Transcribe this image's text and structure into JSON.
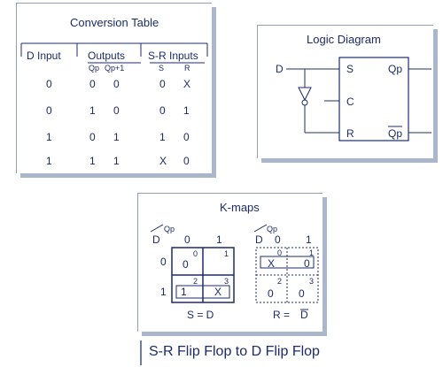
{
  "conversion_table": {
    "title": "Conversion Table",
    "headers": {
      "d_input": "D Input",
      "outputs": "Outputs",
      "sr_inputs": "S-R Inputs"
    },
    "subheaders": {
      "qp": "Qp",
      "qp1": "Qp+1",
      "s": "S",
      "r": "R"
    },
    "rows": [
      [
        "0",
        "0",
        "0",
        "0",
        "X"
      ],
      [
        "0",
        "1",
        "0",
        "0",
        "1"
      ],
      [
        "1",
        "0",
        "1",
        "1",
        "0"
      ],
      [
        "1",
        "1",
        "1",
        "X",
        "0"
      ]
    ]
  },
  "logic_diagram": {
    "title": "Logic Diagram",
    "input_label": "D",
    "pin_s": "S",
    "pin_c": "C",
    "pin_r": "R",
    "out_qp": "Qp",
    "out_qp_bar": "Qp"
  },
  "kmaps": {
    "title": "K-maps",
    "map_s": {
      "row_var": "D",
      "col_var": "Qp",
      "col_headers": [
        "0",
        "1"
      ],
      "row_headers": [
        "0",
        "1"
      ],
      "cells": [
        [
          "0",
          ""
        ],
        [
          "1",
          "X"
        ]
      ],
      "indices": [
        [
          "0",
          "1"
        ],
        [
          "2",
          "3"
        ]
      ],
      "equation": "S = D"
    },
    "map_r": {
      "row_var": "D",
      "col_var": "Qp",
      "col_headers": [
        "0",
        "1"
      ],
      "cells": [
        [
          "X",
          "0"
        ],
        [
          "0",
          "0"
        ]
      ],
      "indices": [
        [
          "0",
          "1"
        ],
        [
          "2",
          "3"
        ]
      ],
      "equation_lhs": "R = ",
      "equation_rhs": "D"
    }
  },
  "footer": {
    "caption": "S-R Flip Flop to D Flip Flop"
  },
  "colors": {
    "ink": "#1d2b6b",
    "panel_shadow": "#a9b6cb",
    "panel_border": "#8f9fb8"
  }
}
